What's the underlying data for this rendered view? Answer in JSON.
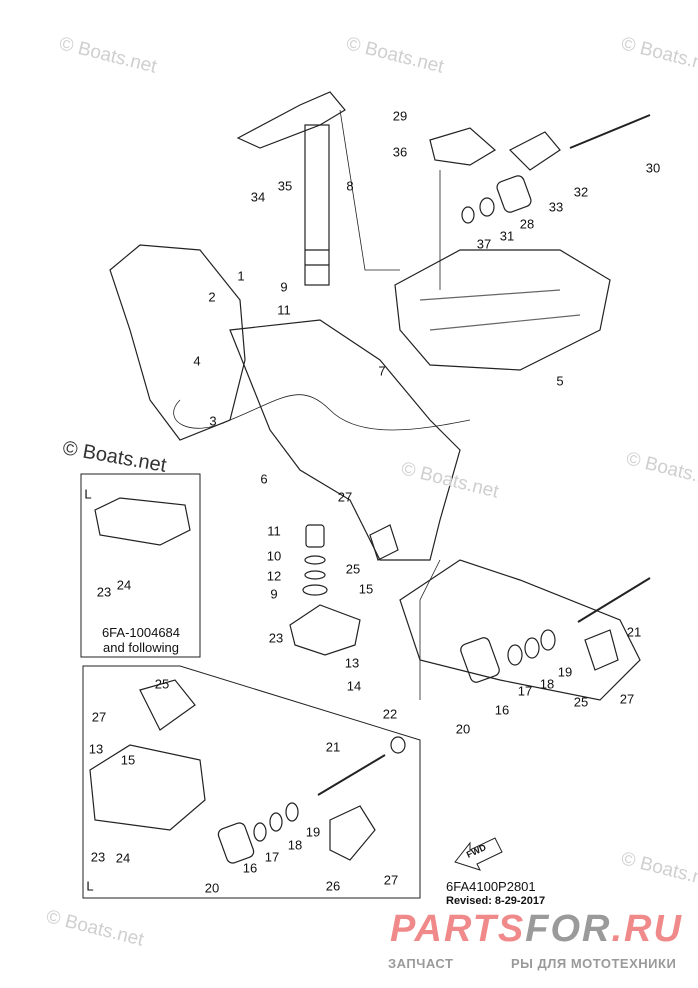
{
  "diagram": {
    "part_callouts": [
      "29",
      "36",
      "30",
      "32",
      "33",
      "28",
      "31",
      "37",
      "34",
      "35",
      "8",
      "1",
      "2",
      "9",
      "11",
      "7",
      "5",
      "4",
      "3",
      "6",
      "27",
      "11",
      "10",
      "12",
      "9",
      "25",
      "15",
      "23",
      "13",
      "14",
      "21",
      "19",
      "18",
      "17",
      "16",
      "20",
      "25",
      "27",
      "25",
      "27",
      "13",
      "15",
      "21",
      "22",
      "19",
      "18",
      "17",
      "16",
      "20",
      "23",
      "24",
      "26",
      "27"
    ],
    "inset_top": {
      "variant_label": "L",
      "callouts": [
        "23",
        "24"
      ],
      "note_line1": "6FA-1004684",
      "note_line2": "and following"
    },
    "inset_bottom": {
      "variant_label": "L"
    },
    "fwd_label": "FWD",
    "diagram_code": "6FA4100P2801",
    "revised": "Revised: 8-29-2017"
  },
  "watermarks": {
    "boats": "© Boats.net",
    "ru_subtitle": "ЗАПЧАСТ              РЫ ДЛЯ МОТОТЕХНИКИ",
    "ru_logo_a": "PARTS",
    "ru_logo_b": "FOR",
    "ru_logo_c": ".RU"
  }
}
